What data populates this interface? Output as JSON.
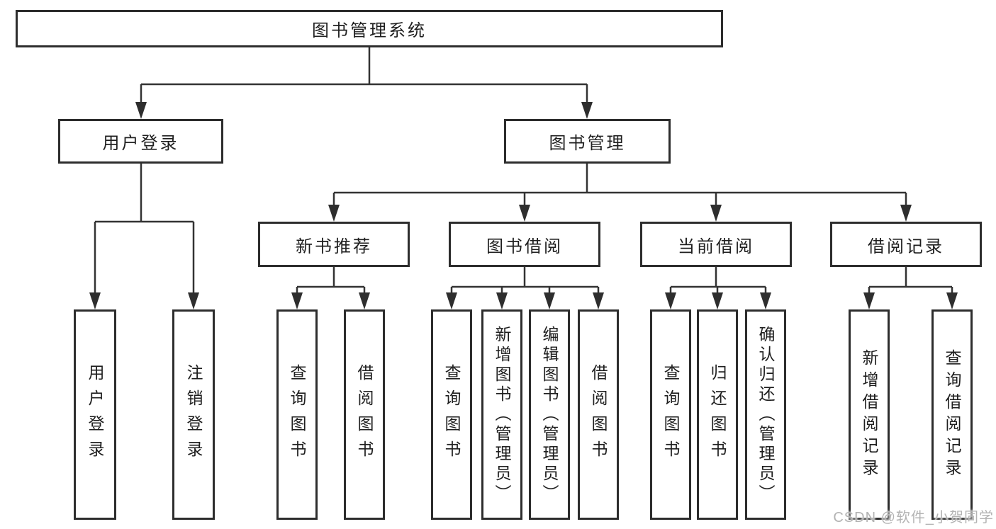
{
  "colors": {
    "background": "#ffffff",
    "line": "#333333",
    "box_border": "#2d2d2d",
    "text": "#1f1f1f",
    "watermark": "#b3b3b3"
  },
  "tree": {
    "root": "图书管理系统",
    "level2": {
      "login": "用户登录",
      "management": "图书管理"
    },
    "login_children": [
      "用户登录",
      "注销登录"
    ],
    "branches": [
      {
        "label": "新书推荐",
        "children": [
          "查询图书",
          "借阅图书"
        ]
      },
      {
        "label": "图书借阅",
        "children": [
          "查询图书",
          "新增图书（管理员）",
          "编辑图书（管理员）",
          "借阅图书"
        ]
      },
      {
        "label": "当前借阅",
        "children": [
          "查询图书",
          "归还图书",
          "确认归还（管理员）"
        ]
      },
      {
        "label": "借阅记录",
        "children": [
          "新增借阅记录",
          "查询借阅记录"
        ]
      }
    ]
  },
  "watermark": "CSDN @软件_小贺同学"
}
